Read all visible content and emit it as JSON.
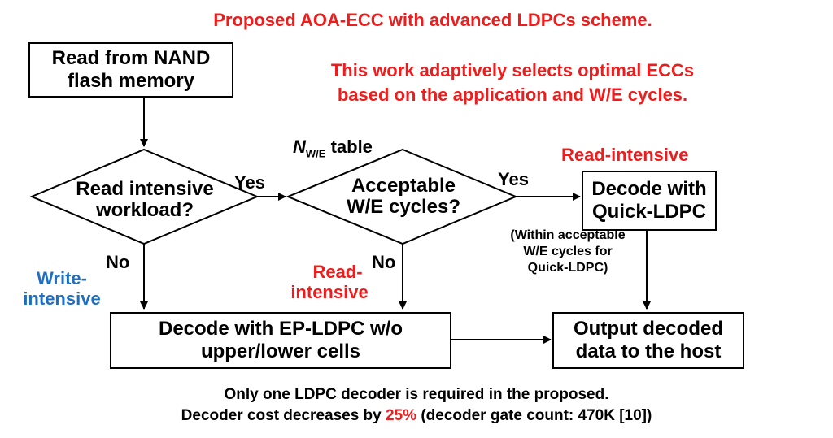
{
  "title": "Proposed AOA-ECC with advanced LDPCs scheme.",
  "subtitle_lines": [
    "This work adaptively selects optimal ECCs",
    "based on the application and W/E cycles."
  ],
  "colors": {
    "accent_red": "#ee1c1c",
    "accent_blue": "#1f6fc1",
    "line": "#000000"
  },
  "nodes": {
    "read_nand": {
      "lines": [
        "Read from NAND",
        "flash memory"
      ]
    },
    "decision_read_intensive": {
      "lines": [
        "Read intensive",
        "workload?"
      ]
    },
    "decision_we_cycles": {
      "lines": [
        "Acceptable",
        "W/E cycles?"
      ],
      "table_label_main": "N",
      "table_label_sub": "W/E",
      "table_label_rest": " table"
    },
    "quick_ldpc": {
      "lines": [
        "Decode with",
        "Quick-LDPC"
      ]
    },
    "ep_ldpc": {
      "lines": [
        "Decode with EP-LDPC w/o",
        "upper/lower cells"
      ]
    },
    "output": {
      "lines": [
        "Output decoded",
        "data to the host"
      ]
    }
  },
  "edge_labels": {
    "yes_1": "Yes",
    "yes_2": "Yes",
    "no_1": "No",
    "no_2": "No",
    "read_intensive_top": "Read-intensive",
    "read_intensive_mid": [
      "Read-",
      "intensive"
    ],
    "write_intensive": [
      "Write-",
      "intensive"
    ],
    "quick_note": [
      "(Within acceptable",
      "W/E cycles for",
      "Quick-LDPC)"
    ]
  },
  "footer": {
    "line1": "Only one LDPC decoder is required in the proposed.",
    "line2_pre": "Decoder cost decreases by ",
    "line2_highlight": "25%",
    "line2_post": " (decoder gate count: 470K [10])"
  }
}
